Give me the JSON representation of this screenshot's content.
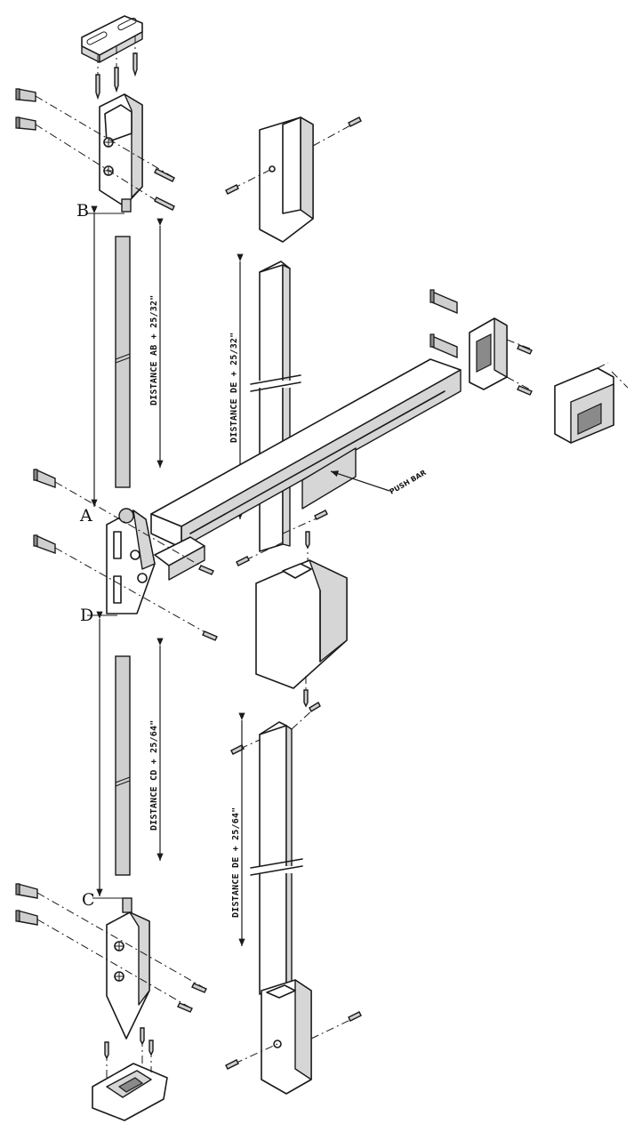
{
  "labels": {
    "a": "A",
    "b": "B",
    "c": "C",
    "d": "D"
  },
  "dimensions": {
    "upper_rod": "DISTANCE AB + 25/32\"",
    "lower_rod": "DISTANCE CD + 25/64\"",
    "upper_cover": "DISTANCE DE + 25/32\"",
    "lower_cover": "DISTANCE DE + 25/64\""
  },
  "callouts": {
    "push_bar": "PUSH BAR"
  }
}
